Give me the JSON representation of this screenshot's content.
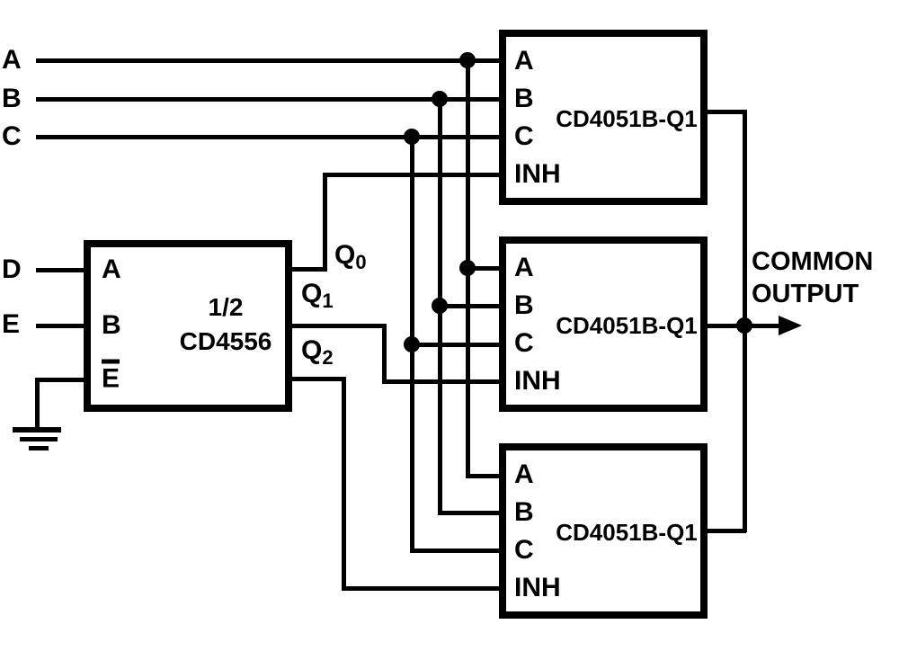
{
  "signals": {
    "a": "A",
    "b": "B",
    "c": "C",
    "d": "D",
    "e": "E"
  },
  "decoder": {
    "fraction": "1/2",
    "part": "CD4556",
    "pin_a": "A",
    "pin_b": "B",
    "pin_e_overbar": "E",
    "q0": {
      "base": "Q",
      "sub": "0"
    },
    "q1": {
      "base": "Q",
      "sub": "1"
    },
    "q2": {
      "base": "Q",
      "sub": "2"
    }
  },
  "muxes": [
    {
      "part": "CD4051B-Q1",
      "pin_a": "A",
      "pin_b": "B",
      "pin_c": "C",
      "pin_inh": "INH"
    },
    {
      "part": "CD4051B-Q1",
      "pin_a": "A",
      "pin_b": "B",
      "pin_c": "C",
      "pin_inh": "INH"
    },
    {
      "part": "CD4051B-Q1",
      "pin_a": "A",
      "pin_b": "B",
      "pin_c": "C",
      "pin_inh": "INH"
    }
  ],
  "output": {
    "line1": "COMMON",
    "line2": "OUTPUT"
  },
  "colors": {
    "ink": "#000000",
    "background": "#ffffff"
  },
  "nets": [
    {
      "name": "A",
      "routing": "input A bused to pin A of all three CD4051B-Q1 blocks"
    },
    {
      "name": "B",
      "routing": "input B bused to pin B of all three CD4051B-Q1 blocks"
    },
    {
      "name": "C",
      "routing": "input C bused to pin C of all three CD4051B-Q1 blocks"
    },
    {
      "name": "D",
      "routing": "input D to CD4556 pin A"
    },
    {
      "name": "E",
      "routing": "input E to CD4556 pin B"
    },
    {
      "name": "E-bar",
      "routing": "CD4556 enable E-bar tied to ground symbol"
    },
    {
      "name": "Q0",
      "routing": "CD4556 Q0 to INH of top CD4051B-Q1"
    },
    {
      "name": "Q1",
      "routing": "CD4556 Q1 to INH of middle CD4051B-Q1"
    },
    {
      "name": "Q2",
      "routing": "CD4556 Q2 to INH of bottom CD4051B-Q1"
    },
    {
      "name": "COMMON OUTPUT",
      "routing": "three CD4051B-Q1 outputs joined on vertical bus with junction dot and output arrow"
    }
  ]
}
